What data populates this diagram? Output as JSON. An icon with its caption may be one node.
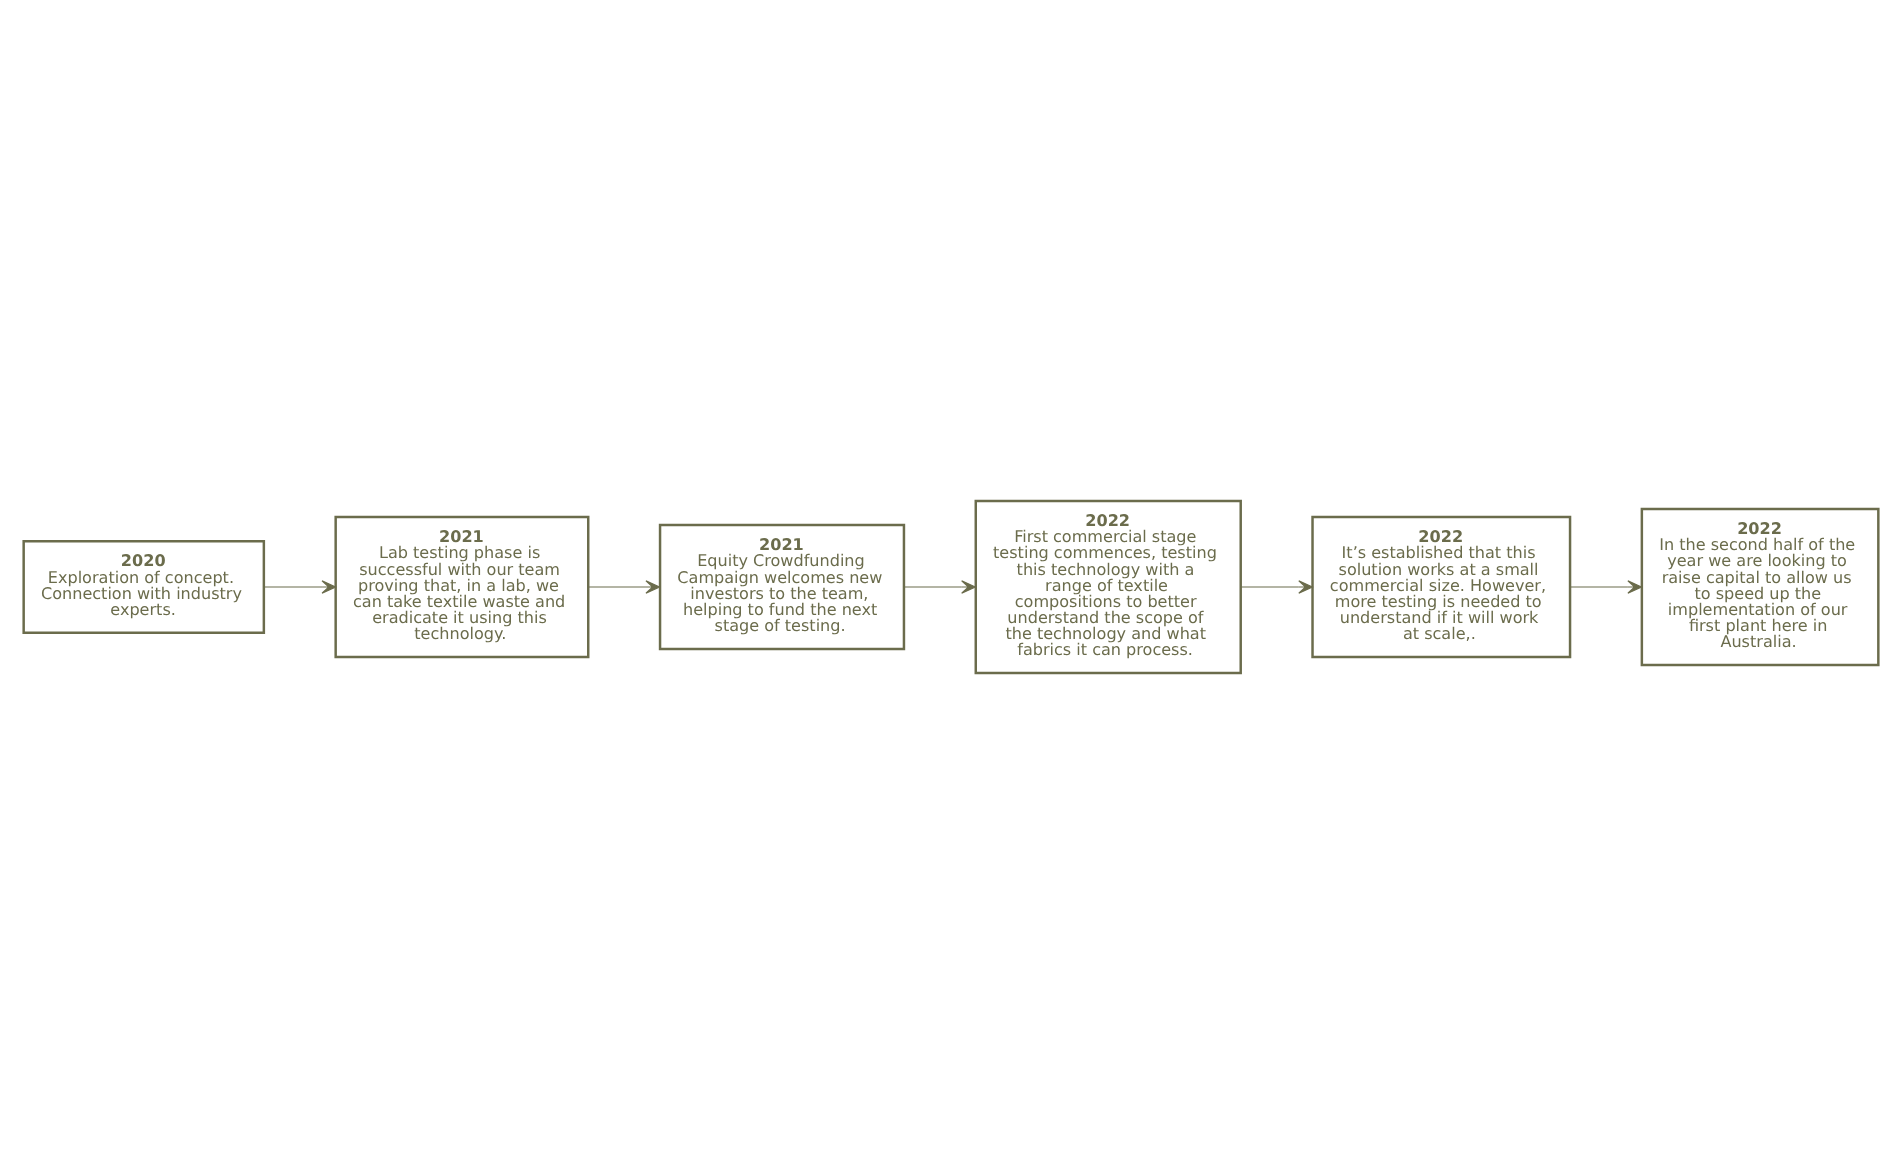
{
  "diagram": {
    "nodes": [
      {
        "text": [
          "2020",
          "Exploration of concept. Connection with industry experts."
        ]
      },
      {
        "text": [
          "2021",
          "Lab testing phase is successful with our team proving that, in a lab, we can take textile waste and eradicate it using this technology."
        ]
      },
      {
        "text": [
          "2021",
          "Equity Crowdfunding Campaign welcomes new investors to the team, helping to fund the next stage of testing."
        ]
      },
      {
        "text": [
          "2022",
          "First commercial stage testing commences, testing this technology with a range of textile compositions to better understand the scope of the technology and what fabrics it can process."
        ]
      },
      {
        "text": [
          "2022",
          "It’s established that this solution works at a small commercial size. However, more testing is needed to understand if it will work at scale,."
        ]
      },
      {
        "text": [
          "2022",
          "In the second half of the year we are looking to raise capital to allow us to speed up the implementation of our first plant here in Australia."
        ]
      }
    ],
    "edges": [
      {
        "from": 0,
        "to": 1,
        "arrow": "to"
      },
      {
        "from": 1,
        "to": 2,
        "arrow": "to"
      },
      {
        "from": 2,
        "to": 3,
        "arrow": "to"
      },
      {
        "from": 3,
        "to": 4,
        "arrow": "to"
      },
      {
        "from": 4,
        "to": 5,
        "arrow": "to"
      }
    ]
  }
}
